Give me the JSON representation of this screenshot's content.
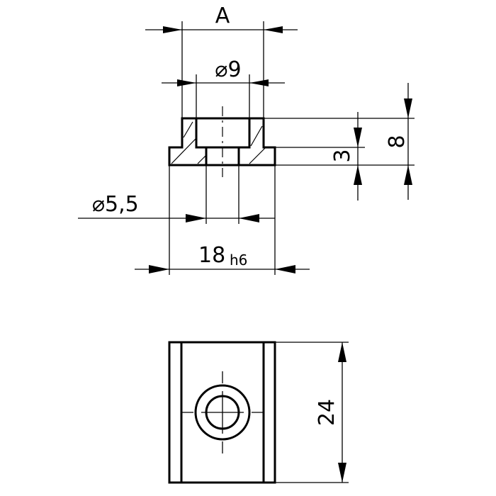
{
  "drawing": {
    "dimensions": {
      "width_a": "A",
      "counterbore_diameter": "⌀9",
      "hole_diameter": "⌀5,5",
      "base_width": "18",
      "base_width_tolerance": "h6",
      "step_height": "3",
      "total_height": "8",
      "length": "24"
    }
  }
}
